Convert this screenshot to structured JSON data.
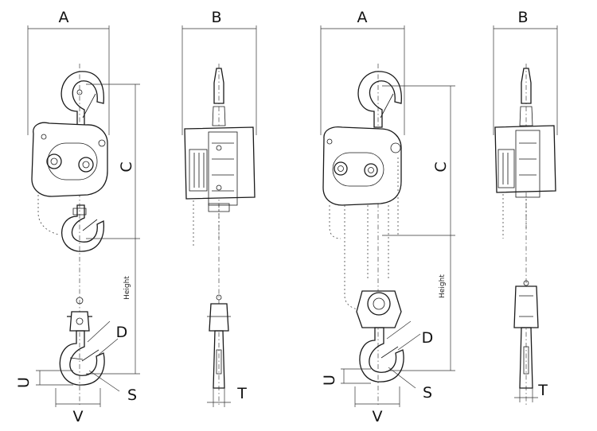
{
  "labels": {
    "A": "A",
    "B": "B",
    "C": "C",
    "D": "D",
    "S": "S",
    "T": "T",
    "U": "U",
    "V": "V",
    "height": "Height"
  },
  "colors": {
    "ink": "#1a1a1a",
    "background": "#ffffff"
  }
}
